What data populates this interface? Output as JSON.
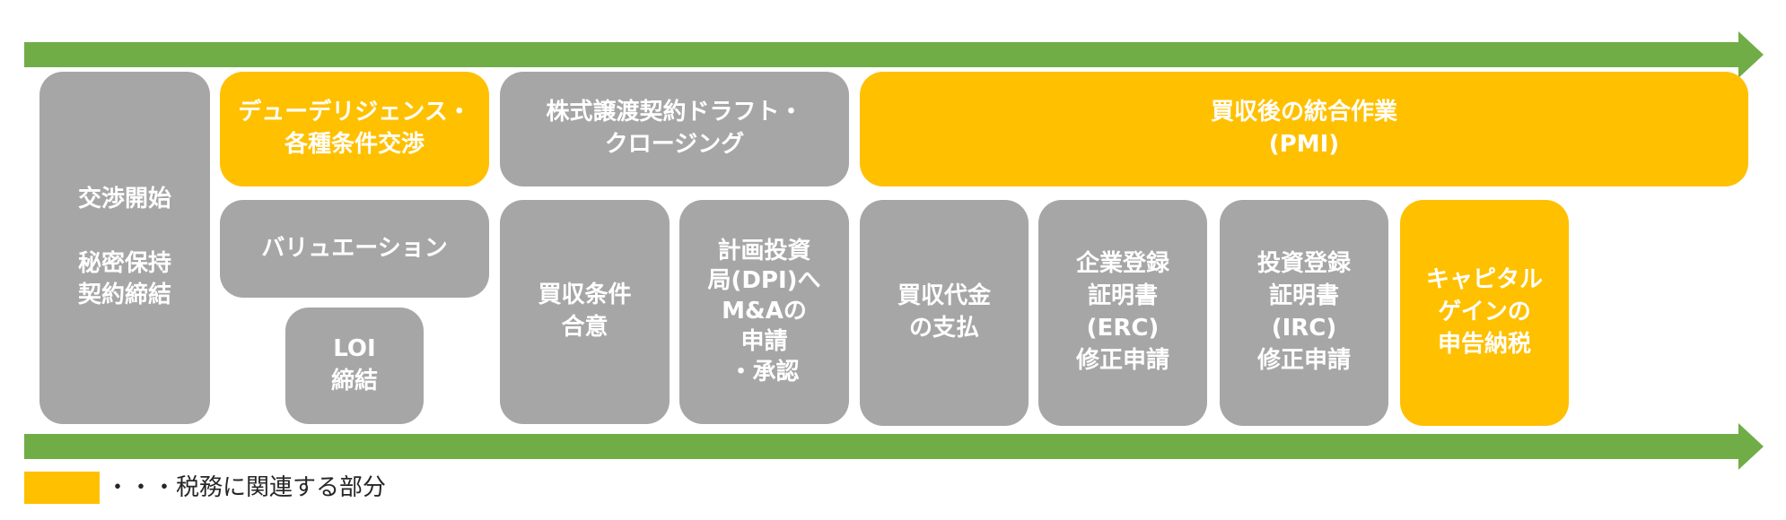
{
  "colors": {
    "arrow": "#70ad47",
    "tax_related": "#ffc000",
    "neutral": "#a6a6a6",
    "text": "#ffffff"
  },
  "boxes": {
    "negotiation_start": "交渉開始\n\n秘密保持\n契約締結",
    "due_diligence": "デューデリジェンス・\n各種条件交渉",
    "valuation": "バリュエーション",
    "loi": "LOI\n締結",
    "share_transfer_draft": "株式譲渡契約ドラフト・\nクロージング",
    "acquisition_terms": "買収条件\n合意",
    "dpi_application": "計画投資\n局(DPI)へ\nM&Aの\n申請\n・承認",
    "pmi": "買収後の統合作業\n(PMI)",
    "payment": "買収代金\nの支払",
    "erc_amendment": "企業登録\n証明書\n(ERC)\n修正申請",
    "irc_amendment": "投資登録\n証明書\n(IRC)\n修正申請",
    "capital_gains_tax": "キャピタル\nゲインの\n申告納税"
  },
  "legend": {
    "label": "・・・税務に関連する部分"
  }
}
